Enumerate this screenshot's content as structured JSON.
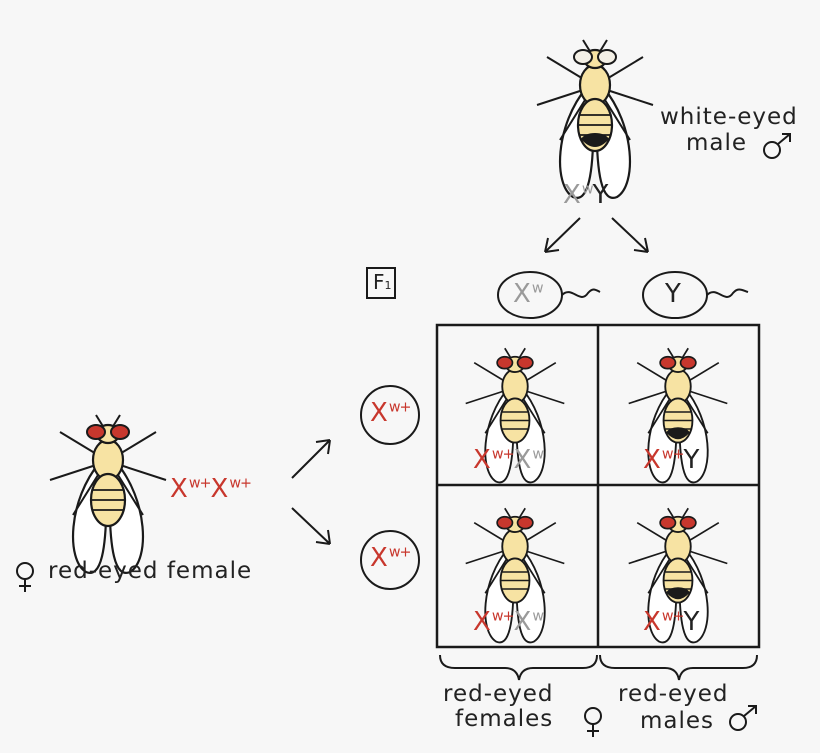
{
  "male_label": {
    "line1": "white-eyed",
    "line2": "male"
  },
  "male_genotype": {
    "x": "X",
    "x_allele": "w",
    "y": "Y"
  },
  "female_label": "red-eyed female",
  "female_genotype": {
    "x1": "X",
    "a1": "w+",
    "x2": "X",
    "a2": "w+"
  },
  "generation_label": {
    "letter": "F",
    "sub": "1"
  },
  "sperm": [
    {
      "x": "X",
      "allele": "w"
    },
    {
      "y": "Y"
    }
  ],
  "eggs": [
    {
      "x": "X",
      "allele": "w+"
    },
    {
      "x": "X",
      "allele": "w+"
    }
  ],
  "grid": {
    "r1c1": {
      "x1": "X",
      "a1": "w+",
      "x2": "X",
      "a2": "w"
    },
    "r1c2": {
      "x1": "X",
      "a1": "w+",
      "y": "Y"
    },
    "r2c1": {
      "x1": "X",
      "a1": "w+",
      "x2": "X",
      "a2": "w"
    },
    "r2c2": {
      "x1": "X",
      "a1": "w+",
      "y": "Y"
    }
  },
  "bottom_labels": {
    "females": {
      "line1": "red-eyed",
      "line2": "females"
    },
    "males": {
      "line1": "red-eyed",
      "line2": "males"
    }
  },
  "colors": {
    "red_eye": "#c8372d",
    "white_eye": "#f4f0e6",
    "body": "#f7e3a3",
    "ink": "#1a1a1a",
    "gray_allele": "#9a9a9a",
    "red_allele": "#c8372d"
  }
}
